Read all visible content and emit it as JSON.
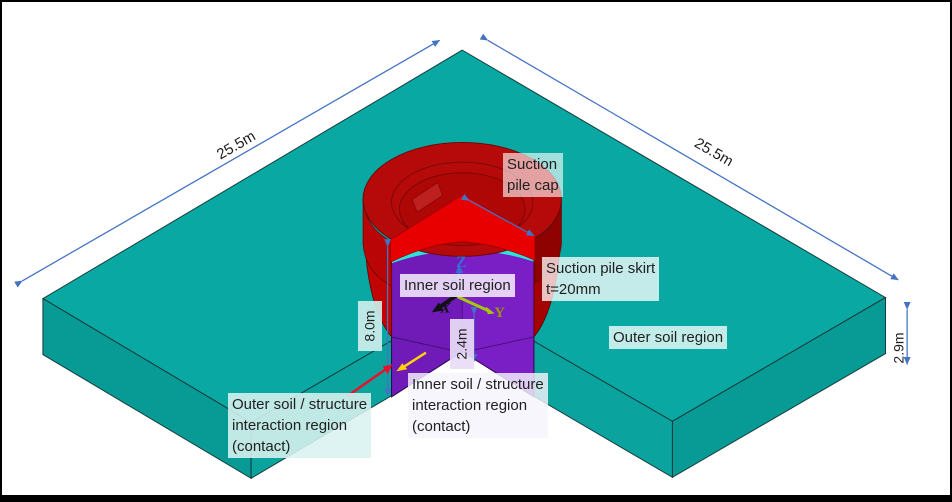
{
  "figure": {
    "type": "3d-finite-element-suction-pile-model",
    "labels": {
      "cap": "Suction\npile cap",
      "skirt": "Suction pile skirt\nt=20mm",
      "inner_soil": "Inner soil region",
      "outer_soil": "Outer soil region",
      "outer_contact": "Outer soil / structure\ninteraction region\n(contact)",
      "inner_contact": "Inner soil / structure\ninteraction region\n(contact)"
    },
    "dimensions": {
      "top_left_edge": "25.5m",
      "top_right_edge": "25.5m",
      "skirt_depth": "8.0m",
      "inner_depth": "2.4m",
      "slab_thickness": "2.9m"
    },
    "axes": {
      "x": "X",
      "y": "Y",
      "z": "Z"
    },
    "colors": {
      "outer_soil_top": "#0AA8A2",
      "outer_soil_front": "#089B95",
      "outer_soil_cut": "#0BA39D",
      "inner_soil": "#7A1EC5",
      "interface_band": "#2EE2DA",
      "cap_top": "#B60A0A",
      "cap_cut": "#E80000",
      "cap_side_left": "#B90505",
      "cap_side_right": "#8F0202",
      "cap_recess": "#AF0606",
      "skirt_left": "#C10505",
      "skirt_right": "#A30303",
      "dimension_blue": "#4472C4",
      "arrow_red": "#E8112D",
      "arrow_yellow": "#FFD400",
      "axis_x": "#111111",
      "axis_y": "#A6C80A",
      "axis_z": "#3A6AD4"
    }
  }
}
